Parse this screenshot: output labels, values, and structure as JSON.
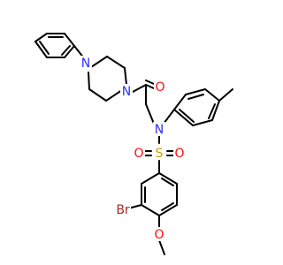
{
  "molecule": {
    "atoms": {
      "n_pip1": {
        "label": "N",
        "color": "#3030ff"
      },
      "n_pip2": {
        "label": "N",
        "color": "#3030ff"
      },
      "o_carbonyl": {
        "label": "O",
        "color": "#ff0d0d"
      },
      "n_sulfonamide": {
        "label": "N",
        "color": "#3030ff"
      },
      "s": {
        "label": "S",
        "color": "#c8a000"
      },
      "o_s1": {
        "label": "O",
        "color": "#ff0d0d"
      },
      "o_s2": {
        "label": "O",
        "color": "#ff0d0d"
      },
      "br": {
        "label": "Br",
        "color": "#a52a2a"
      },
      "o_methoxy": {
        "label": "O",
        "color": "#ff0d0d"
      }
    }
  }
}
